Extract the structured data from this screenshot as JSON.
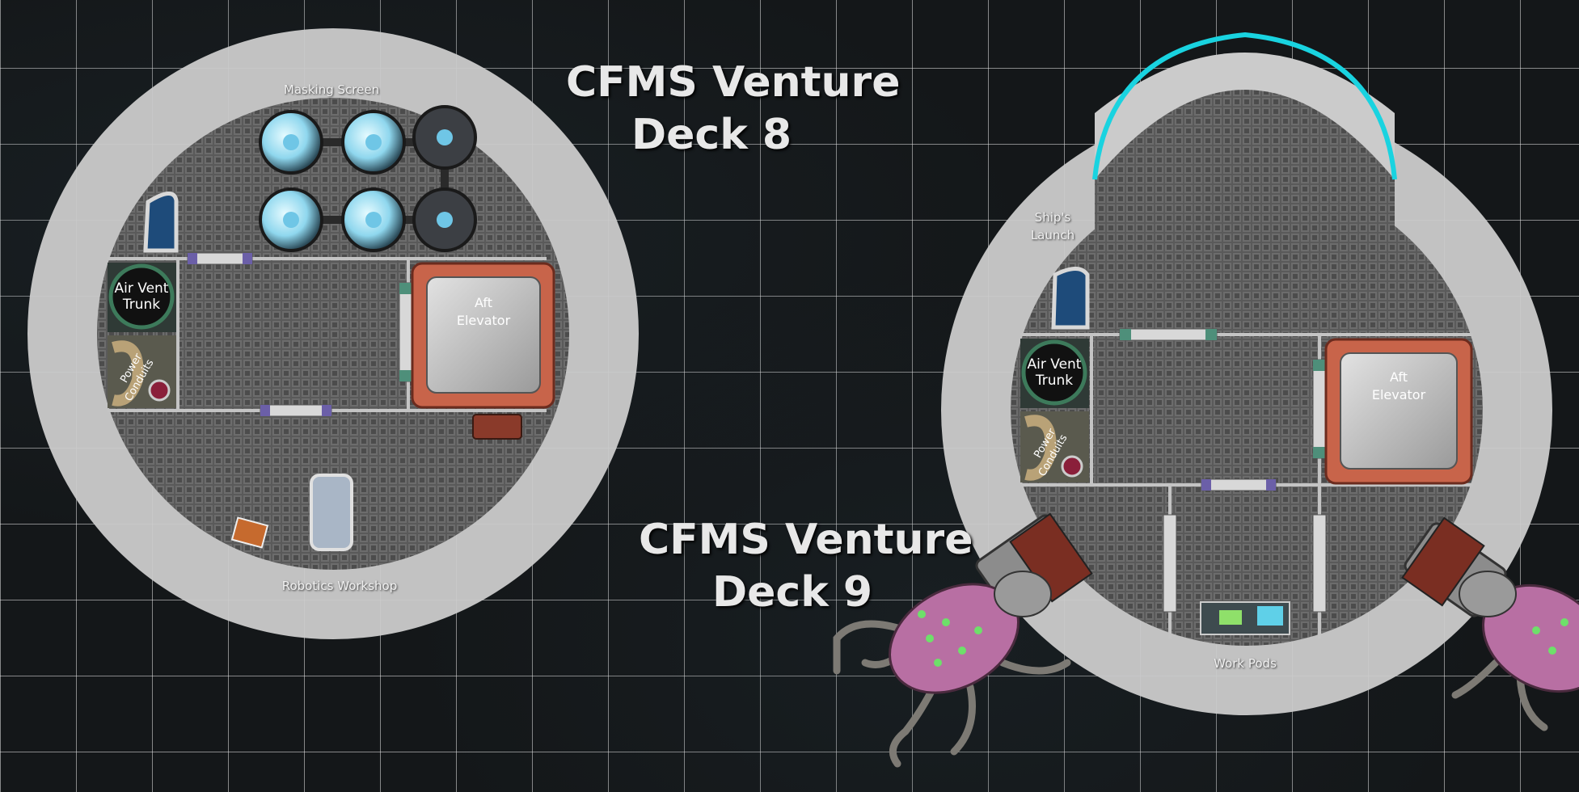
{
  "deck8": {
    "title_line1": "CFMS Venture",
    "title_line2": "Deck 8",
    "labels": {
      "top": "Masking Screen",
      "bottom": "Robotics Workshop",
      "vent": [
        "Air Vent",
        "Trunk"
      ],
      "power": [
        "Power",
        "Conduits"
      ],
      "elevator": [
        "Aft",
        "Elevator"
      ]
    }
  },
  "deck9": {
    "title_line1": "CFMS Venture",
    "title_line2": "Deck 9",
    "labels": {
      "launch": [
        "Ship's",
        "Launch"
      ],
      "bottom": "Work Pods",
      "vent": [
        "Air Vent",
        "Trunk"
      ],
      "power": [
        "Power",
        "Conduits"
      ],
      "elevator": [
        "Aft",
        "Elevator"
      ]
    }
  },
  "colors": {
    "ring": "#c9c9c9",
    "floor": "#5d5d5d",
    "wall": "#bdbdbd",
    "elevator_frame": "#c8644a",
    "launch_arc": "#19d3e0",
    "creature": "#b86fa3"
  }
}
